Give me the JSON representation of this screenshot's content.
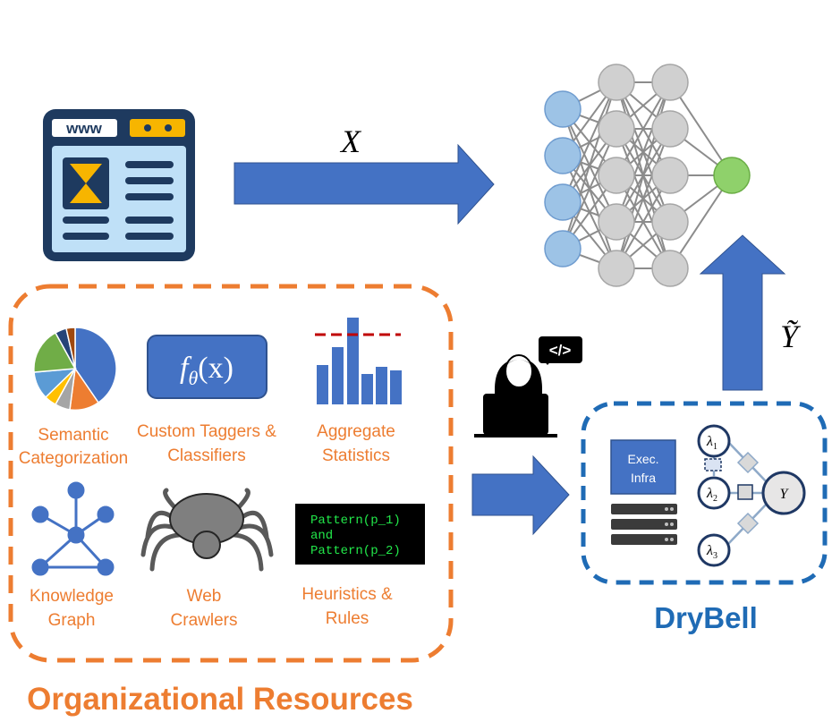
{
  "diagram": {
    "arrow_x_label": "X",
    "arrow_y_label": "Ỹ",
    "title_resources": "Organizational Resources",
    "title_drybell": "DryBell",
    "resources": [
      {
        "line1": "Semantic",
        "line2": "Categorization"
      },
      {
        "line1": "Custom Taggers &",
        "line2": "Classifiers"
      },
      {
        "line1": "Aggregate",
        "line2": "Statistics"
      },
      {
        "line1": "Knowledge",
        "line2": "Graph"
      },
      {
        "line1": "Web",
        "line2": "Crawlers"
      },
      {
        "line1": "Heuristics &",
        "line2": "Rules"
      }
    ],
    "classifier_formula_f": "f",
    "classifier_formula_sub": "θ",
    "classifier_formula_arg": "(x)",
    "website_url_label": "www",
    "code_lines": [
      "Pattern(p_1)",
      "and",
      "Pattern(p_2)"
    ],
    "code_bubble": "</>",
    "exec_infra_line1": "Exec.",
    "exec_infra_line2": "Infra",
    "label_model": {
      "lambda": "λ",
      "subscripts": [
        "1",
        "2",
        "3"
      ],
      "output": "Y"
    }
  },
  "colors": {
    "orange": "#ed7d31",
    "blue_arrow": "#4472c4",
    "drybell_blue": "#1f6bb5",
    "node_blue": "#9dc3e6",
    "node_grey": "#d0d0d0",
    "node_green": "#8fd16b"
  }
}
